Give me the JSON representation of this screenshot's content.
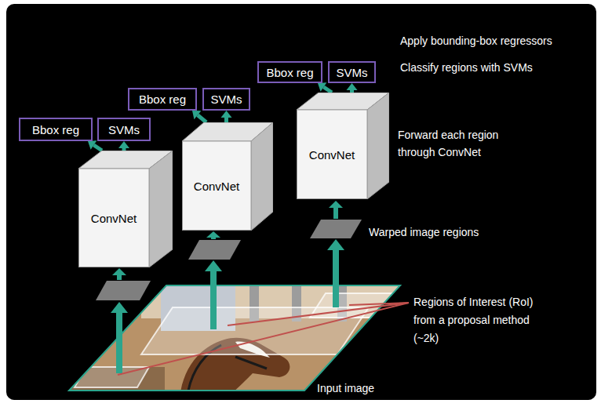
{
  "diagram": {
    "nodes": [
      {
        "text": [
          "ConvNet"
        ]
      },
      {
        "text": [
          "Bbox reg"
        ]
      },
      {
        "text": [
          "SVMs"
        ]
      },
      {
        "text": [
          "ConvNet"
        ]
      },
      {
        "text": [
          "Bbox reg"
        ]
      },
      {
        "text": [
          "SVMs"
        ]
      },
      {
        "text": [
          "ConvNet"
        ]
      },
      {
        "text": [
          "Bbox reg"
        ]
      },
      {
        "text": [
          "SVMs"
        ]
      }
    ],
    "edges": [
      {
        "from": 0,
        "to": 1,
        "arrow": "to"
      },
      {
        "from": 0,
        "to": 2,
        "arrow": "to"
      },
      {
        "from": 3,
        "to": 4,
        "arrow": "to"
      },
      {
        "from": 3,
        "to": 5,
        "arrow": "to"
      },
      {
        "from": 6,
        "to": 7,
        "arrow": "to"
      },
      {
        "from": 6,
        "to": 8,
        "arrow": "to"
      }
    ],
    "labels": [
      "Apply bounding-box regressors",
      "Classify regions with SVMs",
      "Forward each region through ConvNet",
      "Warped image regions",
      "Regions of Interest (RoI) from a proposal method (~2k)",
      "Input image"
    ]
  }
}
